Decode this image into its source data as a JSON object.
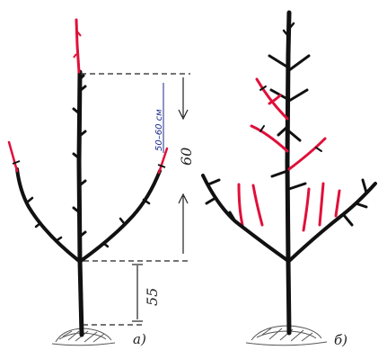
{
  "figure": {
    "left_caption": "а)",
    "right_caption": "б)",
    "dim_upper": "60",
    "dim_lower": "55",
    "side_note": "50–60 см"
  },
  "colors": {
    "wood": "#111111",
    "pruned": "#e0103a",
    "dims": "#222222",
    "note": "#1b2a8a",
    "soil": "#555555"
  }
}
